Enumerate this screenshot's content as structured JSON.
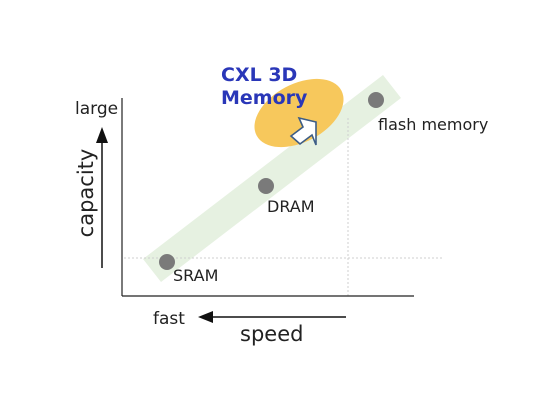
{
  "diagram": {
    "y_axis": {
      "label": "capacity",
      "high_label": "large"
    },
    "x_axis": {
      "label": "speed",
      "fast_label": "fast"
    },
    "points": [
      {
        "label": "SRAM"
      },
      {
        "label": "DRAM"
      },
      {
        "label": "flash memory"
      }
    ],
    "highlight": {
      "line1": "CXL 3D",
      "line2": "Memory"
    },
    "colors": {
      "band": "#e6f1e1",
      "dot": "#7a7a7a",
      "highlight": "#f7c85c",
      "highlight_text": "#2a37b8",
      "arrow_outline": "#3d5d86",
      "axis": "#222222",
      "guide": "#cfcfcf"
    }
  }
}
